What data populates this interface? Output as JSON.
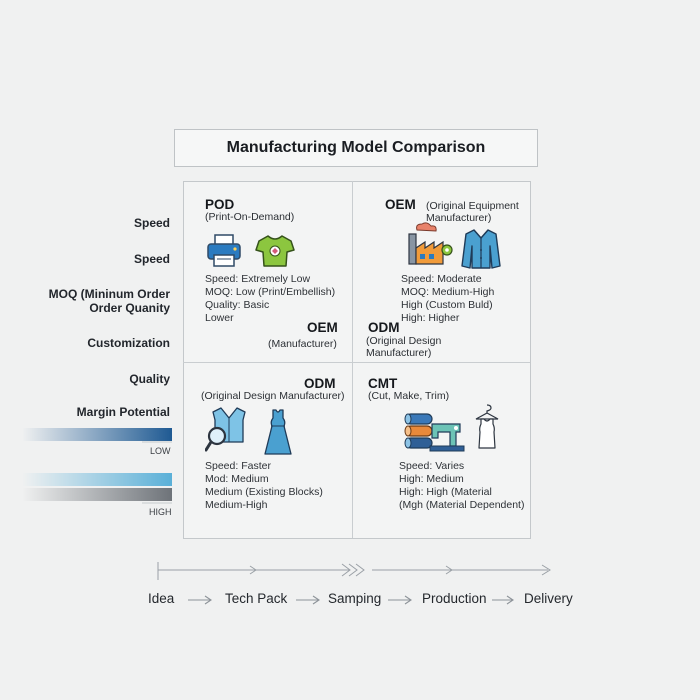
{
  "title": "Manufacturing Model Comparison",
  "row_labels": [
    "Speed",
    "Speed",
    "MOQ (Mininum Order Order Quanity",
    "Customization",
    "Quality",
    "Margin Potential"
  ],
  "legend": {
    "low": "LOW",
    "high": "HIGH"
  },
  "colors": {
    "navy": "#1f5a93",
    "teal": "#5ab0d8",
    "grey": "#6e7379"
  },
  "cells": {
    "pod": {
      "name": "POD",
      "subtitle": "(Print-On-Demand)",
      "icons": [
        "printer-icon",
        "tshirt-icon"
      ],
      "details": [
        "Speed: Extremely Low",
        "MOQ: Low (Print/Embellish)",
        "Quality: Basic",
        "Lower"
      ]
    },
    "oem": {
      "name": "OEM",
      "subtitle": "(Original Equipment Manufacturer)",
      "icons": [
        "factory-icon",
        "jacket-icon"
      ],
      "details": [
        "Speed: Moderate",
        "MOQ: Medium-High",
        "High (Custom Buld)",
        "High: Higher"
      ]
    },
    "oem_inner": {
      "name": "OEM",
      "subtitle": "(Manufacturer)"
    },
    "odm_inner": {
      "name": "ODM",
      "subtitle": "(Original Design Manufacturer)"
    },
    "odm": {
      "name": "ODM",
      "subtitle": "(Original Design Manufacturer)",
      "icons": [
        "magnifier-icon",
        "vest-icon",
        "dress-icon"
      ],
      "details": [
        "Speed: Faster",
        "Mod: Medium",
        "Medium (Existing Blocks)",
        "Medium-High"
      ]
    },
    "cmt": {
      "name": "CMT",
      "subtitle": "(Cut, Make, Trim)",
      "icons": [
        "fabric-rolls-icon",
        "sewing-machine-icon",
        "hanger-top-icon"
      ],
      "details": [
        "Speed: Varies",
        "High: Medium",
        "High: High (Material",
        "(Mgh (Material Dependent)"
      ]
    }
  },
  "flow": [
    "Idea",
    "Tech Pack",
    "Samping",
    "Production",
    "Delivery"
  ]
}
